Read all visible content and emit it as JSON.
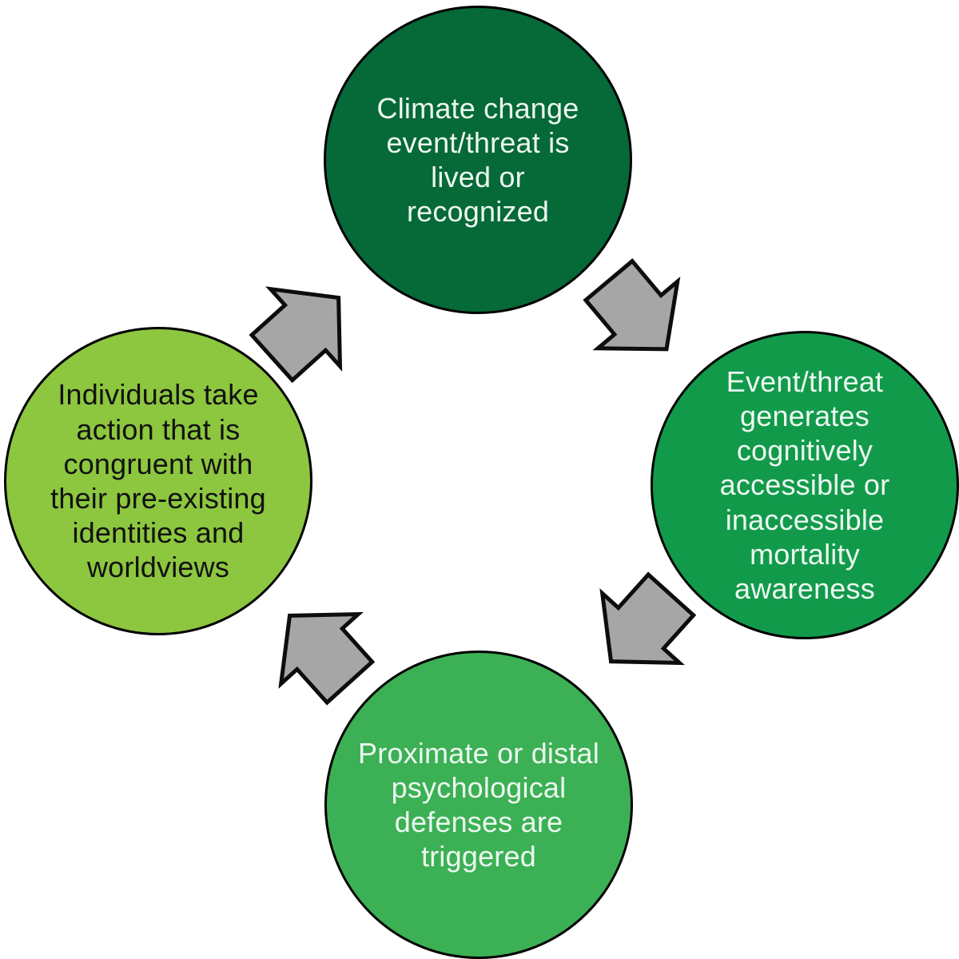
{
  "diagram": {
    "type": "cycle",
    "flow": "clockwise",
    "background": "#ffffff",
    "nodes": [
      {
        "id": "climate-event",
        "label": "Climate change\nevent/threat is\nlived or\nrecognized",
        "fill": "#066938",
        "text_color": "#ecf8f0"
      },
      {
        "id": "mortality-awareness",
        "label": "Event/threat\ngenerates\ncognitively\naccessible or\ninaccessible\nmortality\nawareness",
        "fill": "#129a4b",
        "text_color": "#ecf8f0"
      },
      {
        "id": "defenses-triggered",
        "label": "Proximate or distal\npsychological\ndefenses are\ntriggered",
        "fill": "#3cb054",
        "text_color": "#ecf8f0"
      },
      {
        "id": "individual-action",
        "label": "Individuals take\naction that is\ncongruent with\ntheir pre-existing\nidentities and\nworldviews",
        "fill": "#8dc63f",
        "text_color": "#111111"
      }
    ],
    "arrow": {
      "fill": "#a6a6a6",
      "stroke": "#0d0d0d",
      "connections": [
        "climate-event -> mortality-awareness",
        "mortality-awareness -> defenses-triggered",
        "defenses-triggered -> individual-action",
        "individual-action -> climate-event"
      ]
    }
  }
}
